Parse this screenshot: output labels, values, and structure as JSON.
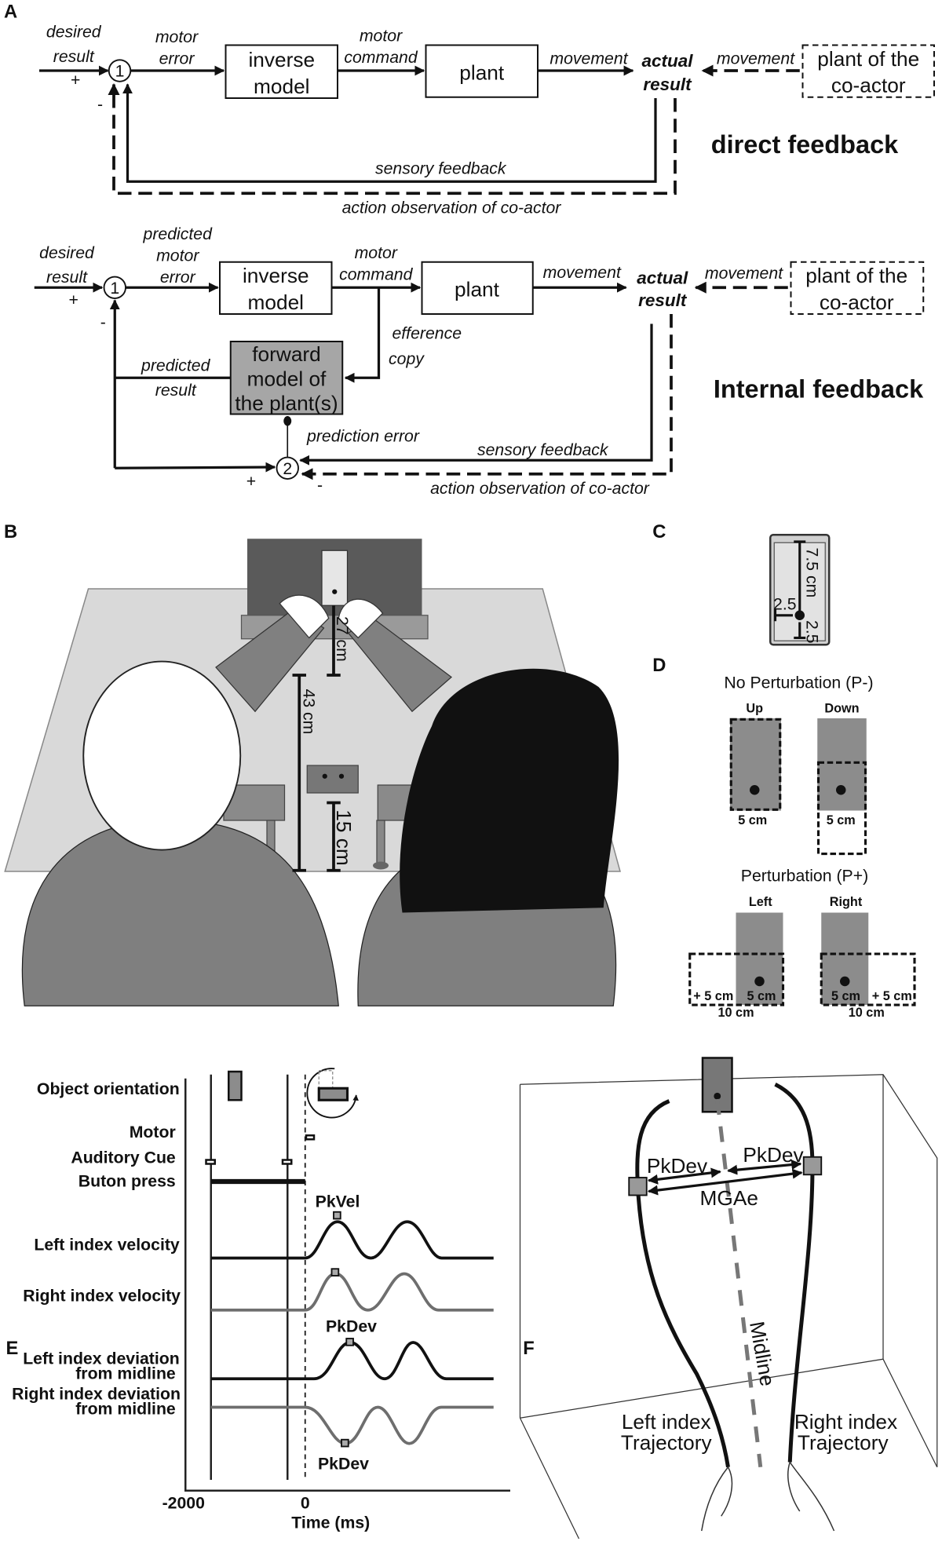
{
  "panels": {
    "a": "A",
    "b": "B",
    "c": "C",
    "d": "D",
    "e": "E",
    "f": "F"
  },
  "direct": {
    "desired": "desired",
    "result": "result",
    "plus": "+",
    "minus": "-",
    "sum_node": "1",
    "motor_error_1": "motor",
    "motor_error_2": "error",
    "inverse_1": "inverse",
    "inverse_2": "model",
    "command_1": "motor",
    "command_2": "command",
    "plant": "plant",
    "movement": "movement",
    "actual_1": "actual",
    "actual_2": "result",
    "movement_co": "movement",
    "coactor_1": "plant of the",
    "coactor_2": "co-actor",
    "sensory": "sensory feedback",
    "observation": "action observation of co-actor",
    "title": "direct feedback"
  },
  "internal": {
    "desired": "desired",
    "result": "result",
    "plus": "+",
    "minus": "-",
    "sum_node_1": "1",
    "sum_node_2": "2",
    "pred_error_1": "predicted",
    "pred_error_2": "motor",
    "pred_error_3": "error",
    "inverse_1": "inverse",
    "inverse_2": "model",
    "command_1": "motor",
    "command_2": "command",
    "plant": "plant",
    "movement": "movement",
    "actual_1": "actual",
    "actual_2": "result",
    "movement_co": "movement",
    "coactor_1": "plant of the",
    "coactor_2": "co-actor",
    "efference_1": "efference",
    "efference_2": "copy",
    "forward_1": "forward",
    "forward_2": "model of",
    "forward_3": "the plant(s)",
    "predicted_1": "predicted",
    "predicted_2": "result",
    "prediction_error": "prediction error",
    "sensory": "sensory feedback",
    "observation": "action observation of co-actor",
    "plus2": "+",
    "minus2": "-",
    "title": "Internal feedback",
    "forward_fill": "#a6a6a6"
  },
  "setup": {
    "d27": "27 cm",
    "d43": "43 cm",
    "d15": "15 cm"
  },
  "object": {
    "height": "7.5 cm",
    "side": "2.5",
    "bottom": "2.5"
  },
  "conditions": {
    "no_pert": "No Perturbation (P-)",
    "up": "Up",
    "down": "Down",
    "up_w": "5 cm",
    "down_w": "5 cm",
    "pert": "Perturbation (P+)",
    "left": "Left",
    "right": "Right",
    "left_plus": "+ 5 cm",
    "left_w": "5 cm",
    "left_total": "10 cm",
    "right_w": "5 cm",
    "right_plus": "+ 5 cm",
    "right_total": "10 cm",
    "object_fill": "#8c8c8c"
  },
  "timeline": {
    "rows": [
      "Object orientation",
      "Motor",
      "Auditory Cue",
      "Buton press",
      "Left index velocity",
      "Right index velocity"
    ],
    "left_dev_1": "Left index deviation",
    "left_dev_2": "from midline",
    "right_dev_1": "Right index deviation",
    "right_dev_2": "from midline",
    "pkvel": "PkVel",
    "pkdev_top": "PkDev",
    "pkdev_bottom": "PkDev",
    "tick_start": "-2000",
    "tick_zero": "0",
    "xlabel": "Time (ms)",
    "left_color": "#111111",
    "right_color": "#6e6e6e"
  },
  "trajectory": {
    "pkdev_left": "PkDev",
    "pkdev_right": "PkDev",
    "mgae": "MGAe",
    "midline": "Midline",
    "left_1": "Left index",
    "left_2": "Trajectory",
    "right_1": "Right index",
    "right_2": "Trajectory"
  }
}
